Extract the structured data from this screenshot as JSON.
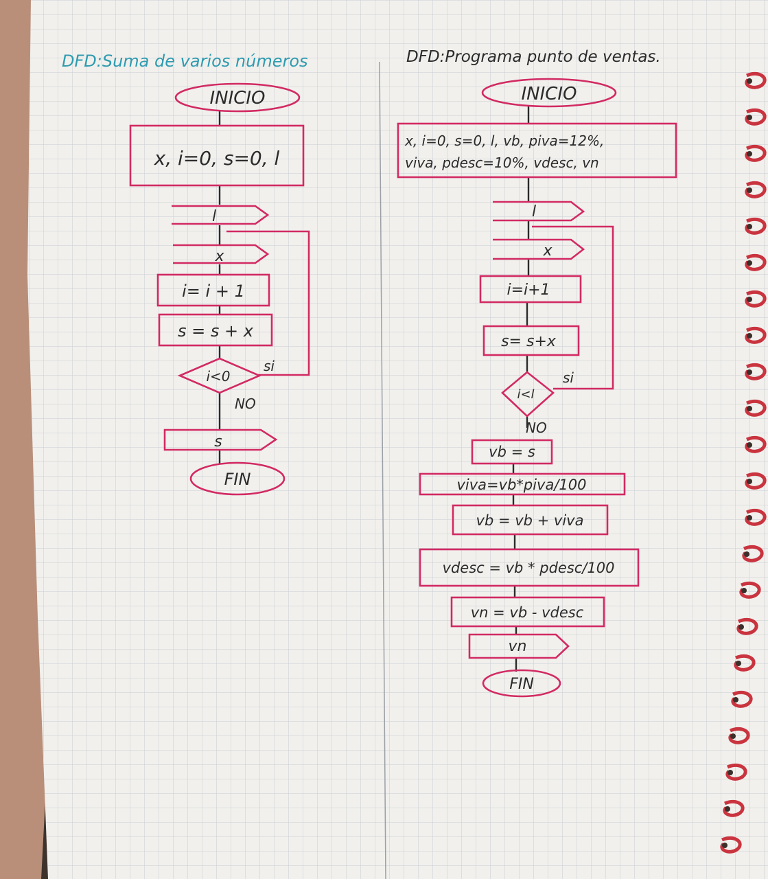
{
  "left": {
    "title": "DFD:Suma de varios números",
    "start": "INICIO",
    "init": "x, i=0, s=0, l",
    "read_l": "l",
    "read_x": "x",
    "incr": "i= i + 1",
    "sum": "s = s + x",
    "cond": "i<0",
    "yes": "si",
    "no": "NO",
    "output": "s",
    "end": "FIN"
  },
  "right": {
    "title": "DFD:Programa punto de ventas.",
    "start": "INICIO",
    "init_line1": "x, i=0, s=0, l, vb, piva=12%,",
    "init_line2": "viva, pdesc=10%, vdesc, vn",
    "read_l": "l",
    "read_x": "x",
    "incr": "i=i+1",
    "sum": "s= s+x",
    "cond": "i<l",
    "yes": "si",
    "no": "NO",
    "assign_vb": "vb = s",
    "calc_viva": "viva=vb*piva/100",
    "calc_vb": "vb = vb + viva",
    "calc_vdesc": "vdesc = vb * pdesc/100",
    "calc_vn": "vn = vb - vdesc",
    "output": "vn",
    "end": "FIN"
  },
  "colors": {
    "ink": "#2b2b2b",
    "shape_outline": "#d22a63",
    "title": "#2f9bb0",
    "paper": "#f2f1ee",
    "grid": "#c7cbd0",
    "spiral": "#c9343f"
  }
}
